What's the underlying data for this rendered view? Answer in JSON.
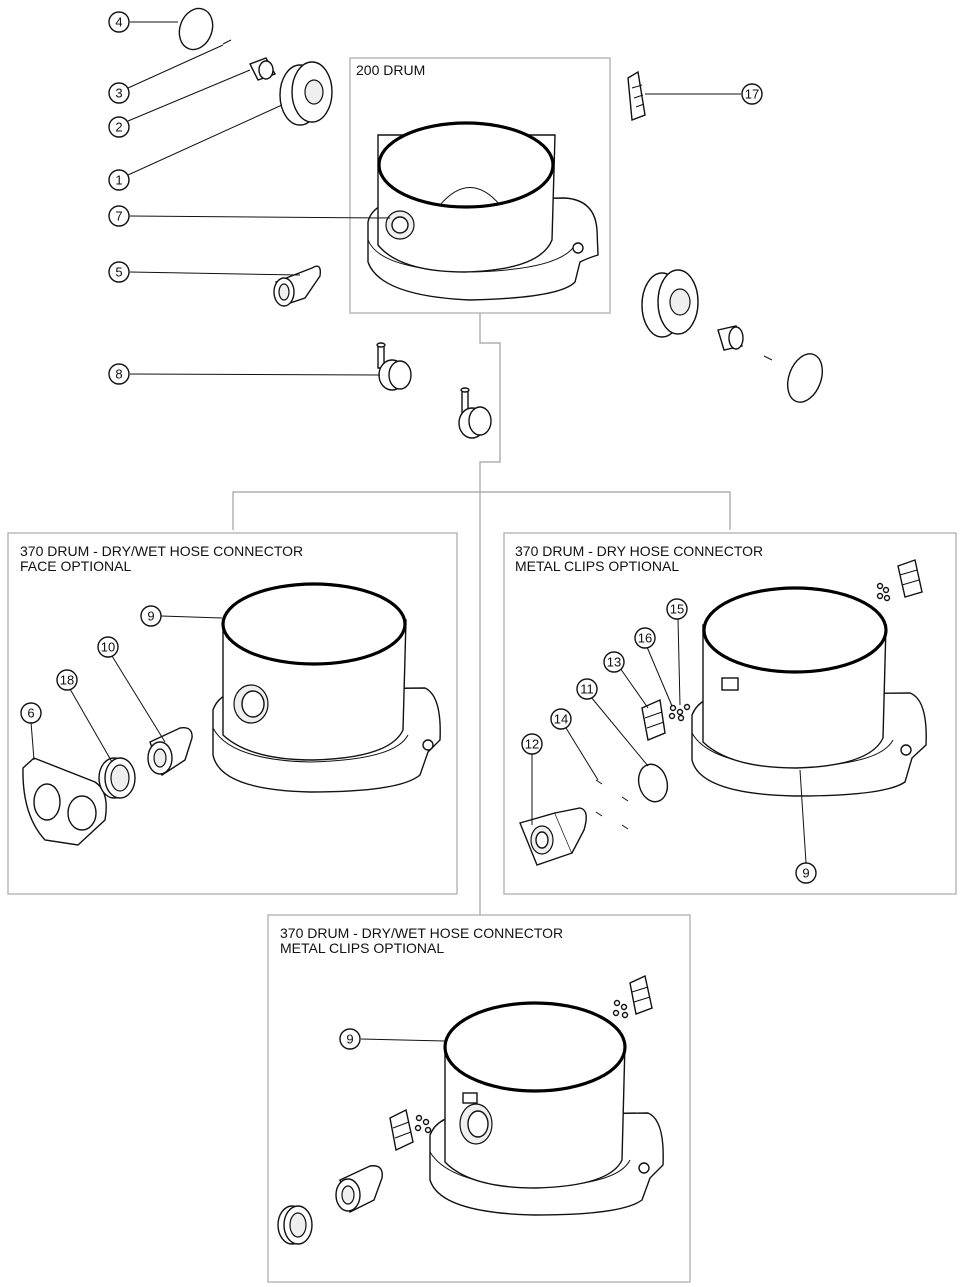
{
  "panels": {
    "p200": {
      "title": "200 DRUM"
    },
    "p370_face": {
      "title_line1": "370 DRUM - DRY/WET HOSE CONNECTOR",
      "title_line2": "FACE OPTIONAL"
    },
    "p370_dry": {
      "title_line1": "370 DRUM - DRY HOSE CONNECTOR",
      "title_line2": "METAL CLIPS OPTIONAL"
    },
    "p370_wet": {
      "title_line1": "370 DRUM - DRY/WET HOSE CONNECTOR",
      "title_line2": "METAL CLIPS OPTIONAL"
    }
  },
  "callouts": {
    "c4": "4",
    "c3": "3",
    "c2": "2",
    "c1": "1",
    "c7": "7",
    "c5": "5",
    "c8": "8",
    "c17": "17",
    "f9": "9",
    "f10": "10",
    "f18": "18",
    "f6": "6",
    "d15": "15",
    "d16": "16",
    "d13": "13",
    "d11": "11",
    "d14": "14",
    "d12": "12",
    "d9": "9",
    "w9": "9"
  },
  "colors": {
    "line": "#111111",
    "frame": "#a8a8a8",
    "part_fill": "#efefef",
    "background": "#ffffff"
  }
}
